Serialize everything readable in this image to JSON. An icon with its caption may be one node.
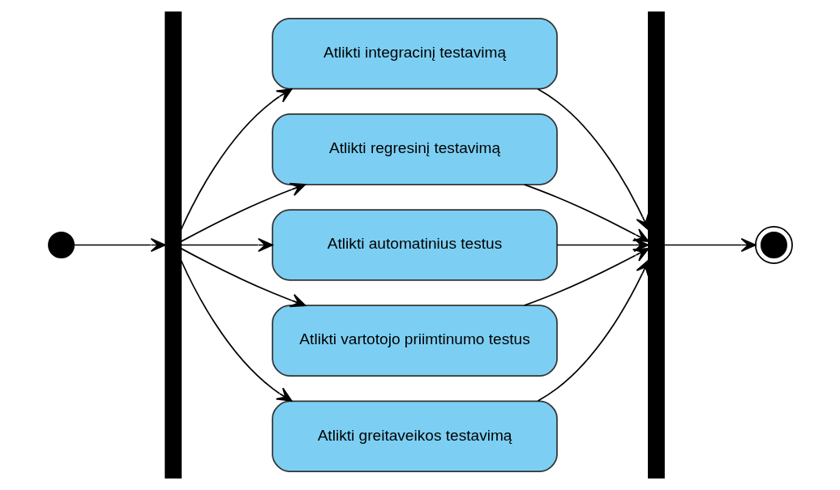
{
  "diagram": {
    "nodes": [
      {
        "text": [],
        "shape": "circle"
      },
      {
        "text": [],
        "shape": "bar"
      },
      {
        "text": [
          "Atlikti integracinį testavimą"
        ]
      },
      {
        "text": [
          "Atlikti regresinį testavimą"
        ]
      },
      {
        "text": [
          "Atlikti automatinius testus"
        ]
      },
      {
        "text": [
          "Atlikti vartotojo priimtinumo testus"
        ]
      },
      {
        "text": [
          "Atlikti greitaveikos testavimą"
        ]
      },
      {
        "text": [],
        "shape": "bar"
      },
      {
        "text": [],
        "shape": "circle"
      }
    ],
    "edges": [
      {
        "from": 0,
        "to": 1,
        "arrow": "to"
      },
      {
        "from": 1,
        "to": 2,
        "arrow": "to"
      },
      {
        "from": 1,
        "to": 3,
        "arrow": "to"
      },
      {
        "from": 1,
        "to": 4,
        "arrow": "to"
      },
      {
        "from": 1,
        "to": 5,
        "arrow": "to"
      },
      {
        "from": 1,
        "to": 6,
        "arrow": "to"
      },
      {
        "from": 2,
        "to": 7,
        "arrow": "to"
      },
      {
        "from": 3,
        "to": 7,
        "arrow": "to"
      },
      {
        "from": 4,
        "to": 7,
        "arrow": "to"
      },
      {
        "from": 5,
        "to": 7,
        "arrow": "to"
      },
      {
        "from": 6,
        "to": 7,
        "arrow": "to"
      },
      {
        "from": 7,
        "to": 8,
        "arrow": "to"
      }
    ]
  }
}
